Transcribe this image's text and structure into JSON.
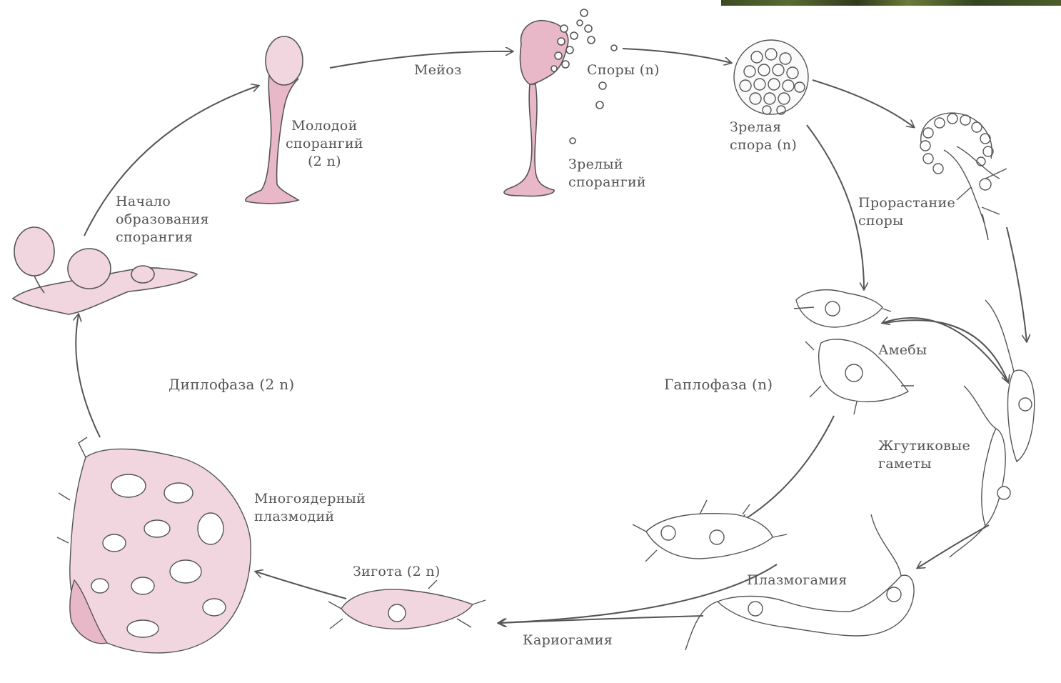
{
  "labels": {
    "meiosis": "Мейоз",
    "spores": "Споры (n)",
    "young_sporangium": "Молодой\nспорангий\n(2 n)",
    "mature_sporangium": "Зрелый\nспорангий",
    "mature_spore": "Зрелая\nспора (n)",
    "spore_germination": "Прорастание\nспоры",
    "sporangium_start": "Начало\nобразования\nспорангия",
    "diplophase": "Диплофаза (2 n)",
    "haplophase": "Гаплофаза (n)",
    "amoebae": "Амебы",
    "flagellate_gametes": "Жгутиковые\nгаметы",
    "plasmogamy": "Плазмогамия",
    "karyogamy": "Кариогамия",
    "zygote": "Зигота (2 n)",
    "plasmodium": "Многоядерный\nплазмодий"
  },
  "colors": {
    "pink_fill": "#e9b8c8",
    "pink_light": "#f2d6df",
    "line": "#555555",
    "photo": "#4a5a28"
  }
}
